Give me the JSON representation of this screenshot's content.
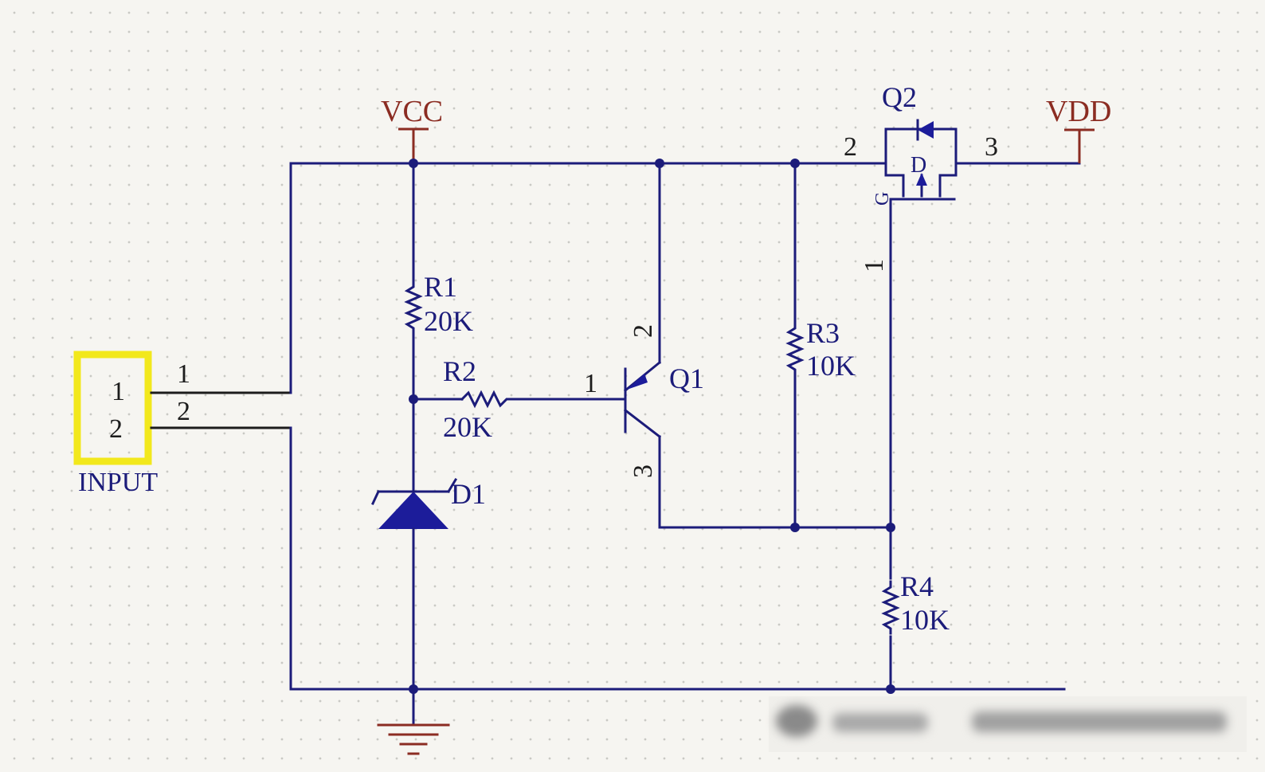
{
  "power": {
    "vcc": "VCC",
    "vdd": "VDD"
  },
  "connector": {
    "label": "INPUT",
    "pin1": "1",
    "pin2": "2",
    "wire_pin1": "1",
    "wire_pin2": "2"
  },
  "r1": {
    "ref": "R1",
    "value": "20K"
  },
  "r2": {
    "ref": "R2",
    "value": "20K"
  },
  "r3": {
    "ref": "R3",
    "value": "10K"
  },
  "r4": {
    "ref": "R4",
    "value": "10K"
  },
  "d1": {
    "ref": "D1"
  },
  "q1": {
    "ref": "Q1",
    "pin_base": "1",
    "pin_collector": "2",
    "pin_emitter": "3"
  },
  "q2": {
    "ref": "Q2",
    "pin_gate": "1",
    "pin_drain": "2",
    "pin_source": "3",
    "gate_letter": "G",
    "drain_letter": "D"
  },
  "colors": {
    "wire": "#1c1c7a",
    "power": "#8b2c22",
    "connector_highlight": "#f2e81c",
    "background": "#f6f5f1"
  }
}
